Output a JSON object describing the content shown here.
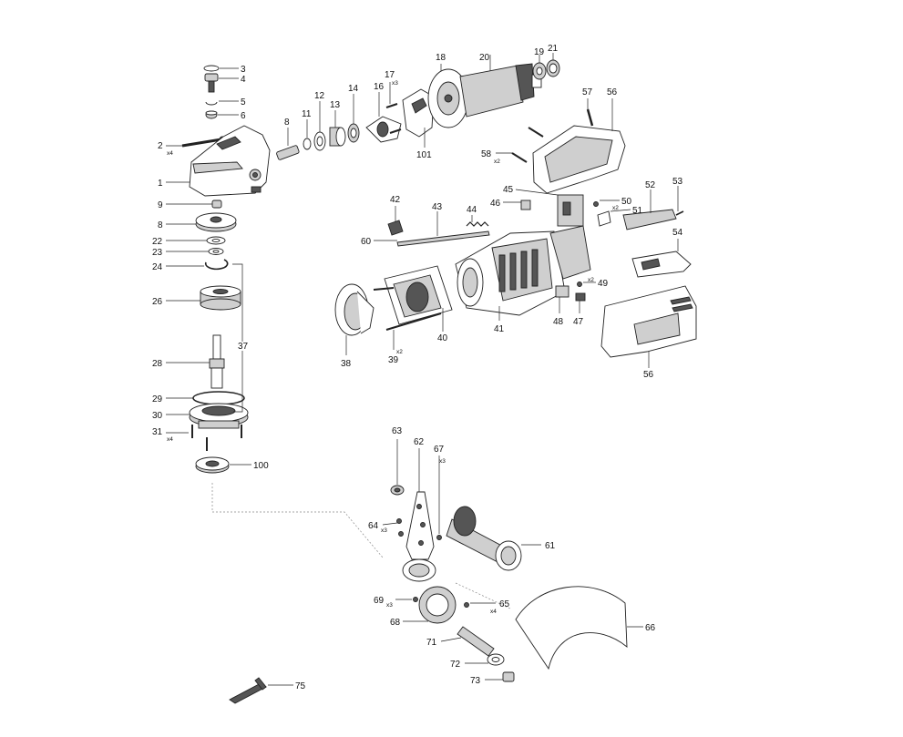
{
  "diagram": {
    "labels": {
      "p1": "1",
      "p2": "2",
      "p3": "3",
      "p4": "4",
      "p5": "5",
      "p6": "6",
      "p8a": "8",
      "p8b": "8",
      "p9": "9",
      "p11": "11",
      "p12": "12",
      "p13": "13",
      "p14": "14",
      "p16": "16",
      "p17": "17",
      "p18": "18",
      "p19": "19",
      "p20": "20",
      "p21": "21",
      "p22": "22",
      "p23": "23",
      "p24": "24",
      "p26": "26",
      "p28": "28",
      "p29": "29",
      "p30": "30",
      "p31": "31",
      "p37": "37",
      "p38": "38",
      "p39": "39",
      "p40": "40",
      "p41": "41",
      "p42": "42",
      "p43": "43",
      "p44": "44",
      "p45": "45",
      "p46": "46",
      "p47": "47",
      "p48": "48",
      "p49": "49",
      "p50": "50",
      "p51": "51",
      "p52": "52",
      "p53": "53",
      "p54": "54",
      "p56a": "56",
      "p56b": "56",
      "p57": "57",
      "p58": "58",
      "p60": "60",
      "p61": "61",
      "p62": "62",
      "p63": "63",
      "p64": "64",
      "p65": "65",
      "p66": "66",
      "p67": "67",
      "p68": "68",
      "p69": "69",
      "p71": "71",
      "p72": "72",
      "p73": "73",
      "p75": "75",
      "p100": "100",
      "p101": "101"
    },
    "qty": {
      "q2": "x4",
      "q17": "x3",
      "q31": "x4",
      "q39": "x2",
      "q49": "x2",
      "q50": "x2",
      "q58": "x2",
      "q64": "x3",
      "q65": "x4",
      "q67": "x3",
      "q69": "x3"
    }
  }
}
